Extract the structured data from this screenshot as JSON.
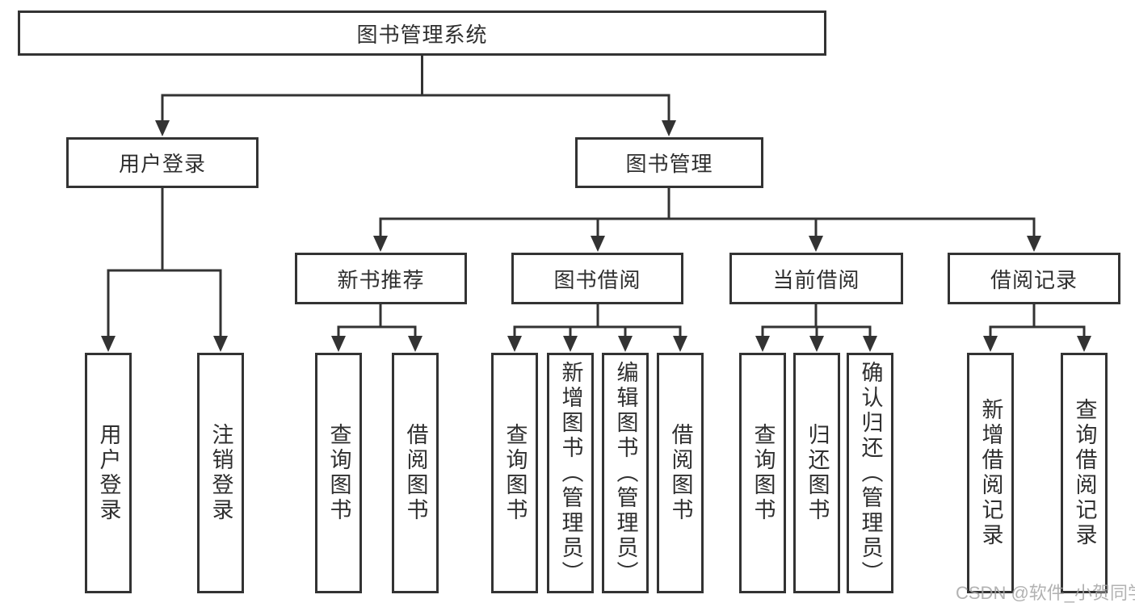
{
  "diagram": {
    "type": "hierarchy-chart",
    "tree": {
      "label": "图书管理系统",
      "children": [
        {
          "label": "用户登录",
          "children": [
            {
              "label": "用户登录"
            },
            {
              "label": "注销登录"
            }
          ]
        },
        {
          "label": "图书管理",
          "children": [
            {
              "label": "新书推荐",
              "children": [
                {
                  "label": "查询图书"
                },
                {
                  "label": "借阅图书"
                }
              ]
            },
            {
              "label": "图书借阅",
              "children": [
                {
                  "label": "查询图书"
                },
                {
                  "label": "新增图书（管理员）"
                },
                {
                  "label": "编辑图书（管理员）"
                },
                {
                  "label": "借阅图书"
                }
              ]
            },
            {
              "label": "当前借阅",
              "children": [
                {
                  "label": "查询图书"
                },
                {
                  "label": "归还图书"
                },
                {
                  "label": "确认归还（管理员）"
                }
              ]
            },
            {
              "label": "借阅记录",
              "children": [
                {
                  "label": "新增借阅记录"
                },
                {
                  "label": "查询借阅记录"
                }
              ]
            }
          ]
        }
      ]
    },
    "colors": {
      "line": "#333333",
      "text": "#2f2f2f",
      "background": "#ffffff",
      "watermark": "#a4a4a4"
    }
  },
  "watermark": {
    "text": "CSDN @软件_小贺同学"
  }
}
